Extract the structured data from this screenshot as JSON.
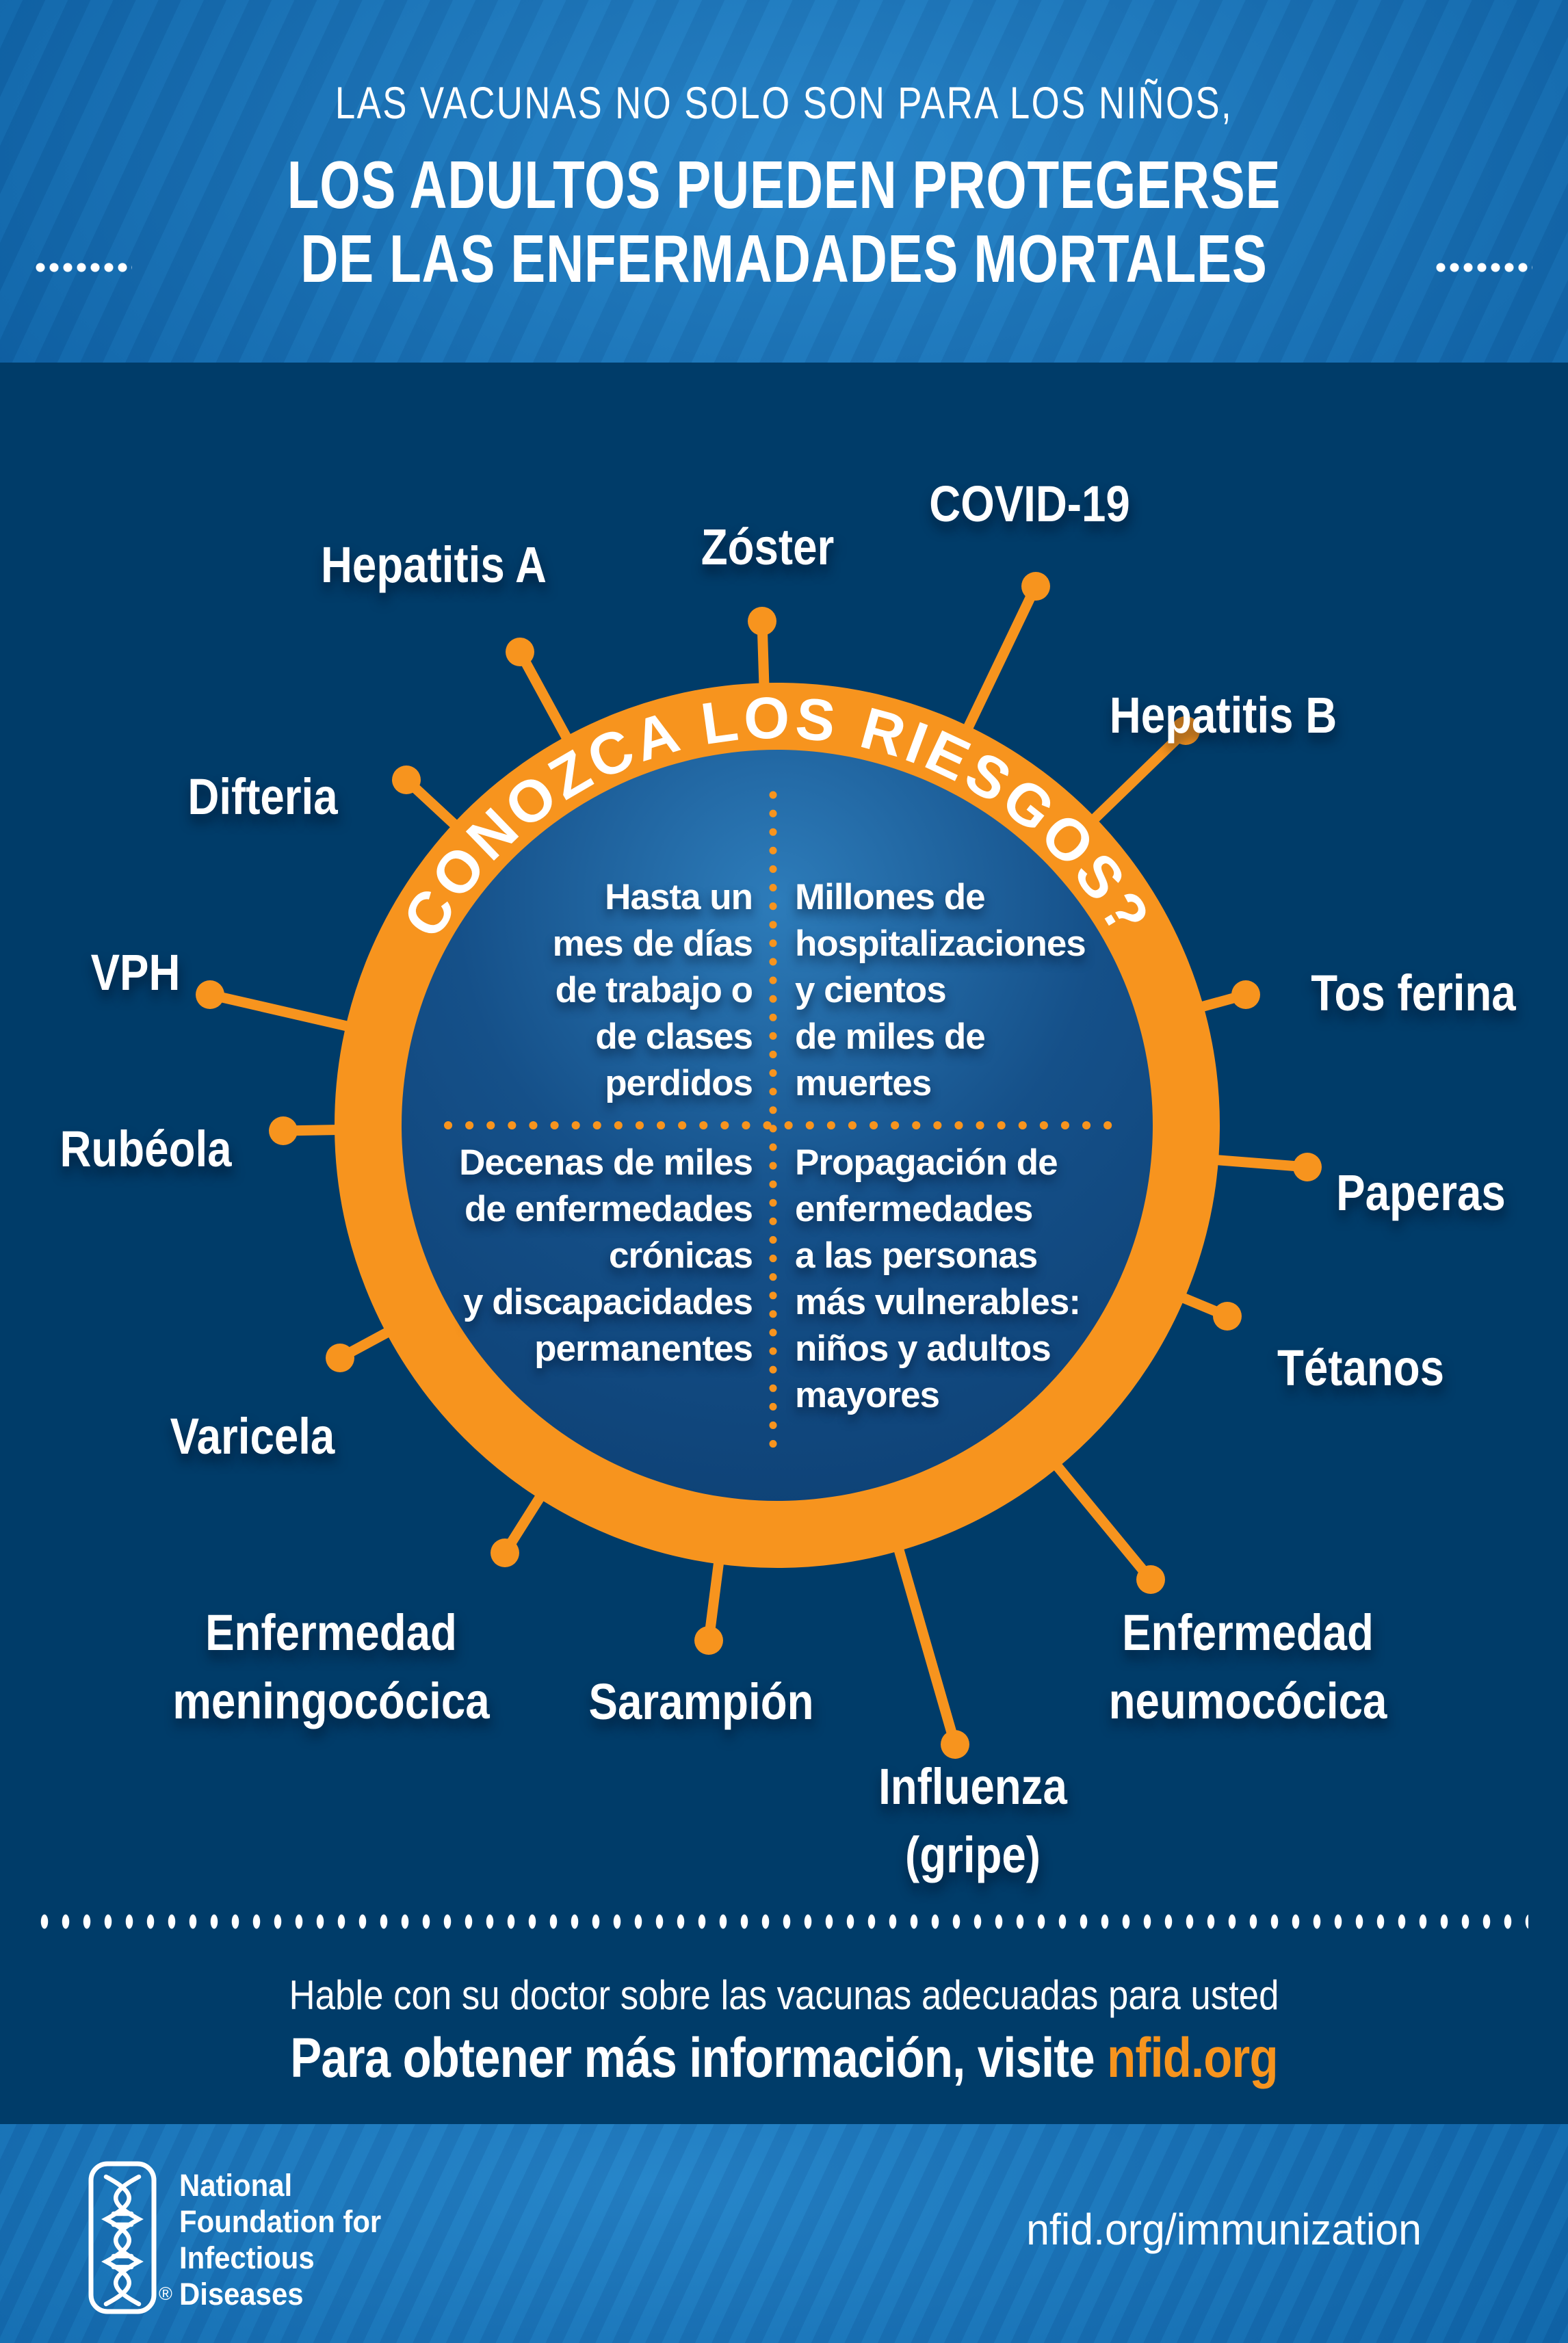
{
  "header": {
    "line1": "LAS VACUNAS NO SOLO SON PARA LOS NIÑOS,",
    "line2": "LOS ADULTOS PUEDEN PROTEGERSE",
    "line3": "DE LAS ENFERMADADES MORTALES"
  },
  "circle": {
    "title": "CONOZCA LOS RIESGOS?",
    "quadrants": {
      "top_left": {
        "lines": [
          "Hasta un",
          "mes de días",
          "de trabajo o",
          "de clases",
          "perdidos"
        ]
      },
      "top_right": {
        "lines": [
          "Millones de",
          "hospitalizaciones",
          "y cientos",
          "de miles de",
          "muertes"
        ]
      },
      "bottom_left": {
        "lines": [
          "Decenas de miles",
          "de enfermedades",
          "crónicas",
          "y discapacidades",
          "permanentes"
        ]
      },
      "bottom_right": {
        "lines": [
          "Propagación de",
          "enfermedades",
          "a las personas",
          "más vulnerables:",
          "niños y adultos",
          "mayores"
        ]
      }
    }
  },
  "diseases": [
    {
      "id": "covid-19",
      "label": "COVID-19"
    },
    {
      "id": "zoster",
      "label": "Zóster"
    },
    {
      "id": "hepatitis-a",
      "label": "Hepatitis A"
    },
    {
      "id": "hepatitis-b",
      "label": "Hepatitis B"
    },
    {
      "id": "difteria",
      "label": "Difteria"
    },
    {
      "id": "vph",
      "label": "VPH"
    },
    {
      "id": "tos-ferina",
      "label": "Tos ferina"
    },
    {
      "id": "rubeola",
      "label": "Rubéola"
    },
    {
      "id": "paperas",
      "label": "Paperas"
    },
    {
      "id": "varicela",
      "label": "Varicela"
    },
    {
      "id": "tetanos",
      "label": "Tétanos"
    },
    {
      "id": "enfermedad-meningococica",
      "label": "Enfermedad meningocócica"
    },
    {
      "id": "sarampion",
      "label": "Sarampión"
    },
    {
      "id": "influenza",
      "label": "Influenza (gripe)"
    },
    {
      "id": "enfermedad-neumococica",
      "label": "Enfermedad neumocócica"
    }
  ],
  "footer": {
    "talk_text": "Hable con su doctor sobre las vacunas adecuadas para usted",
    "info_text": "Para obtener más información, visite ",
    "info_link": "nfid.org",
    "org_name_lines": [
      "National",
      "Foundation for",
      "Infectious",
      "Diseases"
    ],
    "registered_mark": "®",
    "url": "nfid.org/immunization"
  },
  "colors": {
    "orange": "#f7941e",
    "navy": "#003c69",
    "stripe_blue": "#1274ba"
  }
}
